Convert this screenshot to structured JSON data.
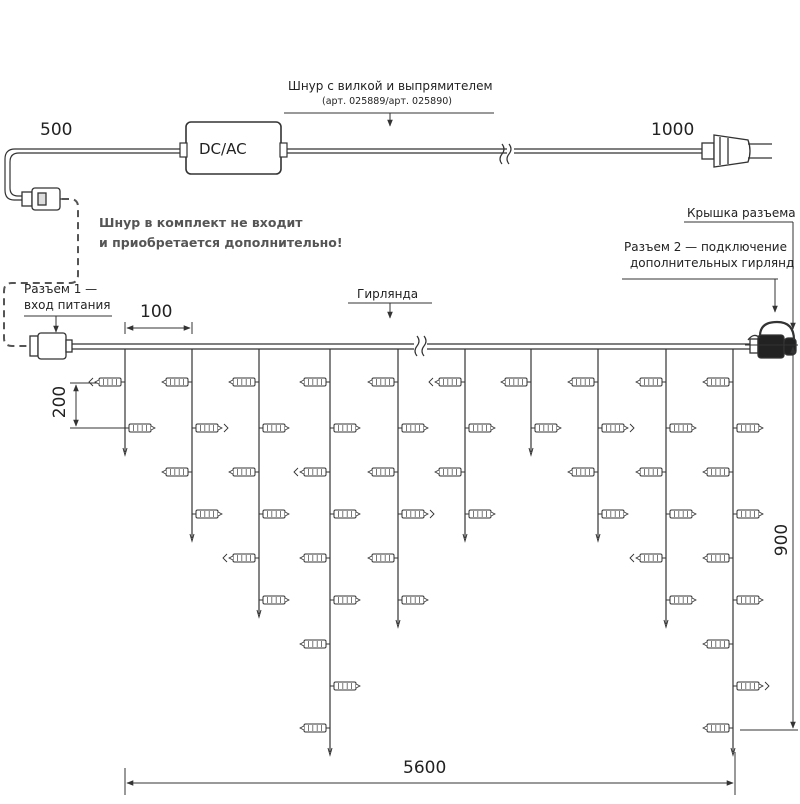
{
  "cord": {
    "title": "Шнур с вилкой и выпрямителем",
    "article": "(арт. 025889/арт. 025890)",
    "converter": "DC/AC",
    "length_left": "500",
    "length_right": "1000"
  },
  "note": {
    "line1": "Шнур в комплект не входит",
    "line2": "и приобретается дополнительно!"
  },
  "connector1": {
    "line1": "Разъем 1 —",
    "line2": "вход питания"
  },
  "connector2": {
    "cap": "Крышка разъема",
    "line1": "Разъем 2 — подключение",
    "line2": "дополнительных гирлянд"
  },
  "garland": {
    "label": "Гирлянда",
    "pitch": "100",
    "first_led_drop": "200",
    "max_drop": "900",
    "total_length": "5600"
  },
  "colors": {
    "line": "#333333",
    "dash": "#555555",
    "text": "#222222"
  },
  "icons": [
    "plug-icon",
    "connector-icon",
    "led-bulb-icon",
    "connector-cap-icon"
  ]
}
